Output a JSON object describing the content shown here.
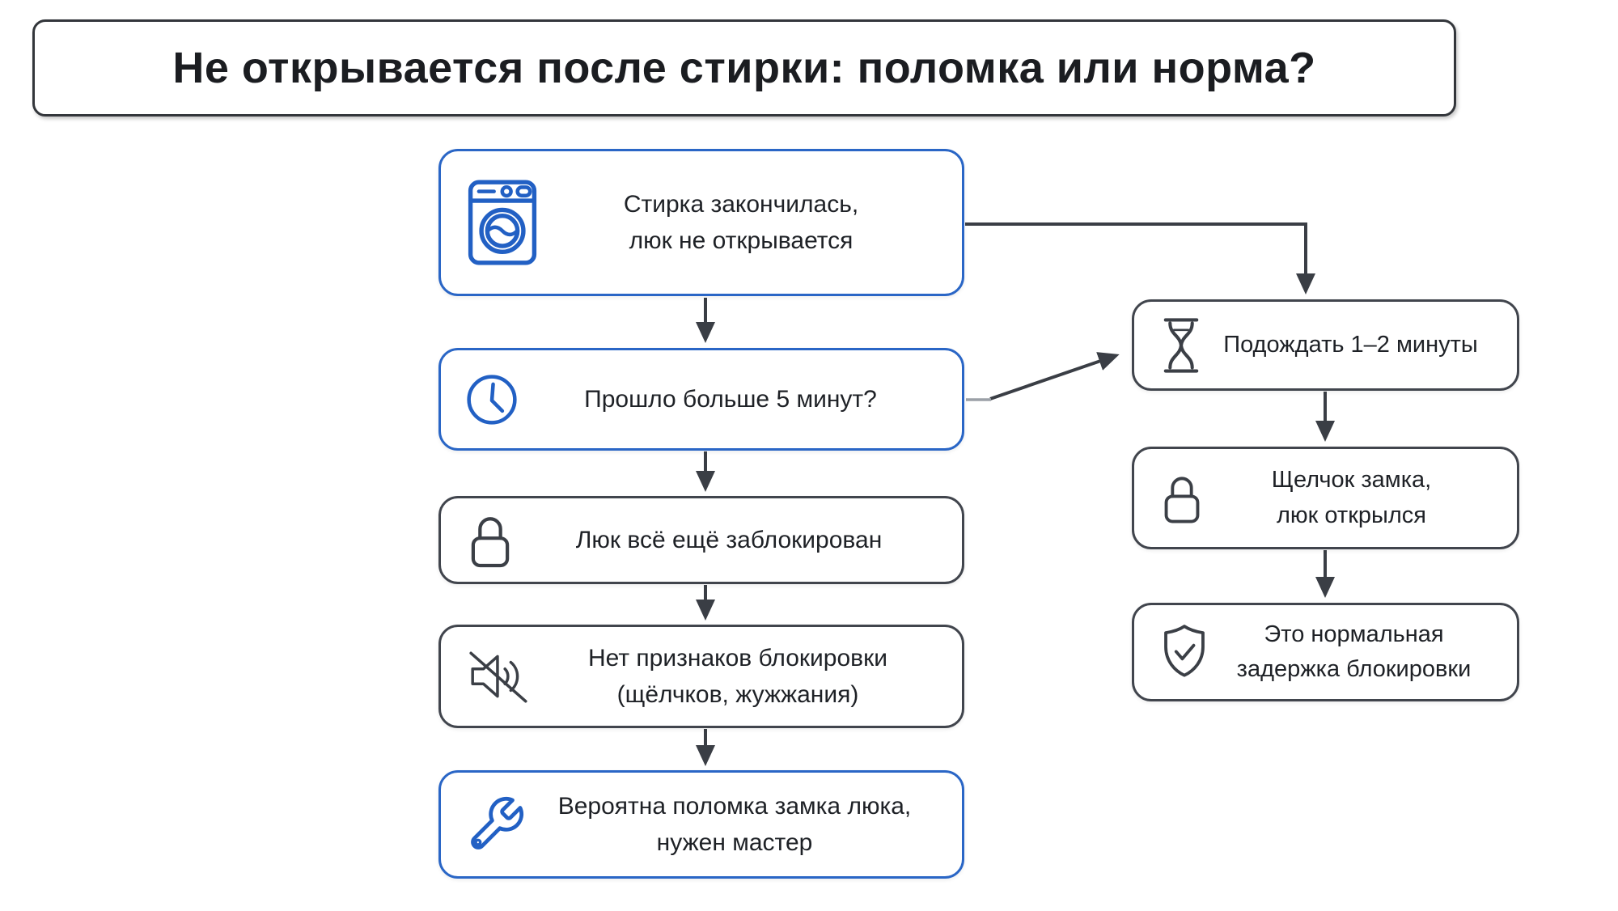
{
  "title": "Не открывается после стирки: поломка или норма?",
  "colors": {
    "accent_blue": "#2a66c6",
    "neutral_dark": "#41454d",
    "arrow": "#3a3e45",
    "text": "#1e2126",
    "background": "#ffffff"
  },
  "flow": {
    "left": [
      {
        "id": "start",
        "icon": "washing-machine-icon",
        "variant": "blue",
        "text": "Стирка закончилась,\nлюк не открывается"
      },
      {
        "id": "question",
        "icon": "clock-icon",
        "variant": "blue",
        "text": "Прошло больше 5 минут?"
      },
      {
        "id": "locked",
        "icon": "lock-icon",
        "variant": "neutral",
        "text": "Люк всё ещё заблокирован"
      },
      {
        "id": "no-signs",
        "icon": "muted-speaker-icon",
        "variant": "neutral",
        "text": "Нет признаков блокировки\n(щёлчков, жужжания)"
      },
      {
        "id": "lock-broken",
        "icon": "wrench-icon",
        "variant": "blue",
        "text": "Вероятна поломка замка люка,\nнужен мастер"
      }
    ],
    "right": [
      {
        "id": "wait",
        "icon": "hourglass-icon",
        "variant": "neutral",
        "text": "Подождать 1–2 минуты"
      },
      {
        "id": "lock-click",
        "icon": "lock-icon",
        "variant": "neutral",
        "text": "Щелчок замка,\nлюк открылся"
      },
      {
        "id": "normal-delay",
        "icon": "shield-check-icon",
        "variant": "neutral",
        "text": "Это нормальная\nзадержка блокировки"
      }
    ],
    "edges": [
      {
        "from": "start",
        "to": "question"
      },
      {
        "from": "question",
        "to": "locked"
      },
      {
        "from": "locked",
        "to": "no-signs"
      },
      {
        "from": "no-signs",
        "to": "lock-broken"
      },
      {
        "from": "start",
        "to": "wait"
      },
      {
        "from": "question",
        "to": "wait"
      },
      {
        "from": "wait",
        "to": "lock-click"
      },
      {
        "from": "lock-click",
        "to": "normal-delay"
      }
    ]
  }
}
